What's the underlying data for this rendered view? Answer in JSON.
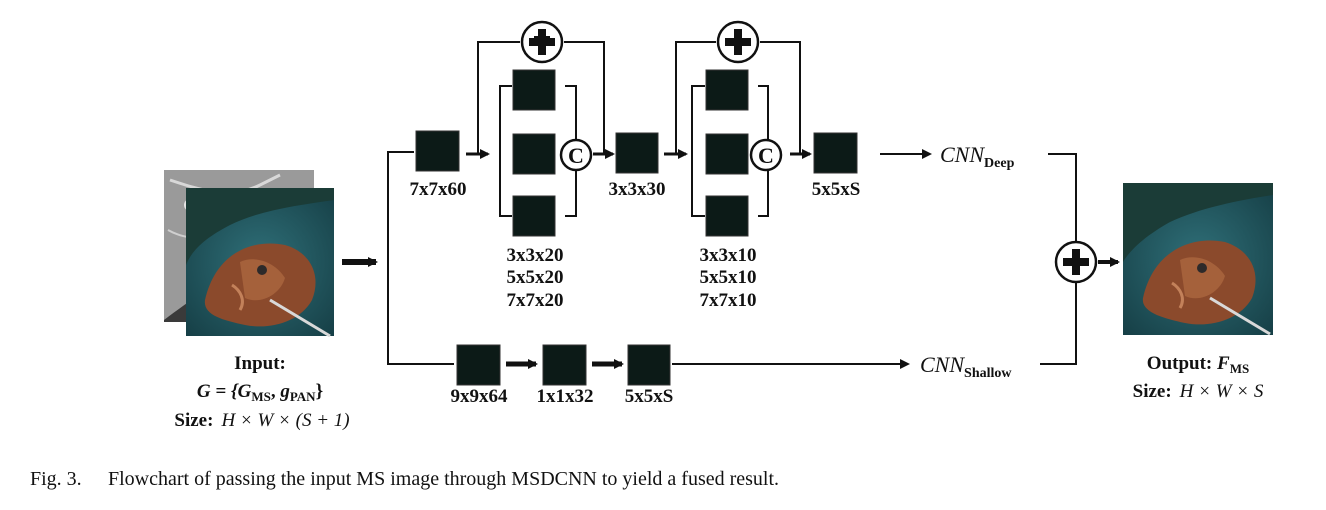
{
  "input": {
    "title": "Input:",
    "g_prefix": "G = {",
    "g_ms": "G",
    "g_ms_sub": "MS",
    "g_sep": ", ",
    "g_pan": "g",
    "g_pan_sub": "PAN",
    "g_suffix": "}",
    "size_label": "Size:",
    "size_expr": "H × W × (S + 1)"
  },
  "deep": {
    "block1": "7x7x60",
    "branch_a": [
      "3x3x20",
      "5x5x20",
      "7x7x20"
    ],
    "block2": "3x3x30",
    "branch_b": [
      "3x3x10",
      "5x5x10",
      "7x7x10"
    ],
    "block3": "5x5xS",
    "label": "CNN",
    "label_sub": "Deep"
  },
  "shallow": {
    "blocks": [
      "9x9x64",
      "1x1x32",
      "5x5xS"
    ],
    "label": "CNN",
    "label_sub": "Shallow"
  },
  "output": {
    "title_prefix": "Output: ",
    "title_var": "F",
    "title_sub": "MS",
    "size_label": "Size:",
    "size_expr": "H × W × S"
  },
  "symbols": {
    "concat": "C"
  },
  "caption": {
    "number": "Fig. 3.",
    "text": "Flowchart of passing the input MS image through MSDCNN to yield a fused result."
  }
}
